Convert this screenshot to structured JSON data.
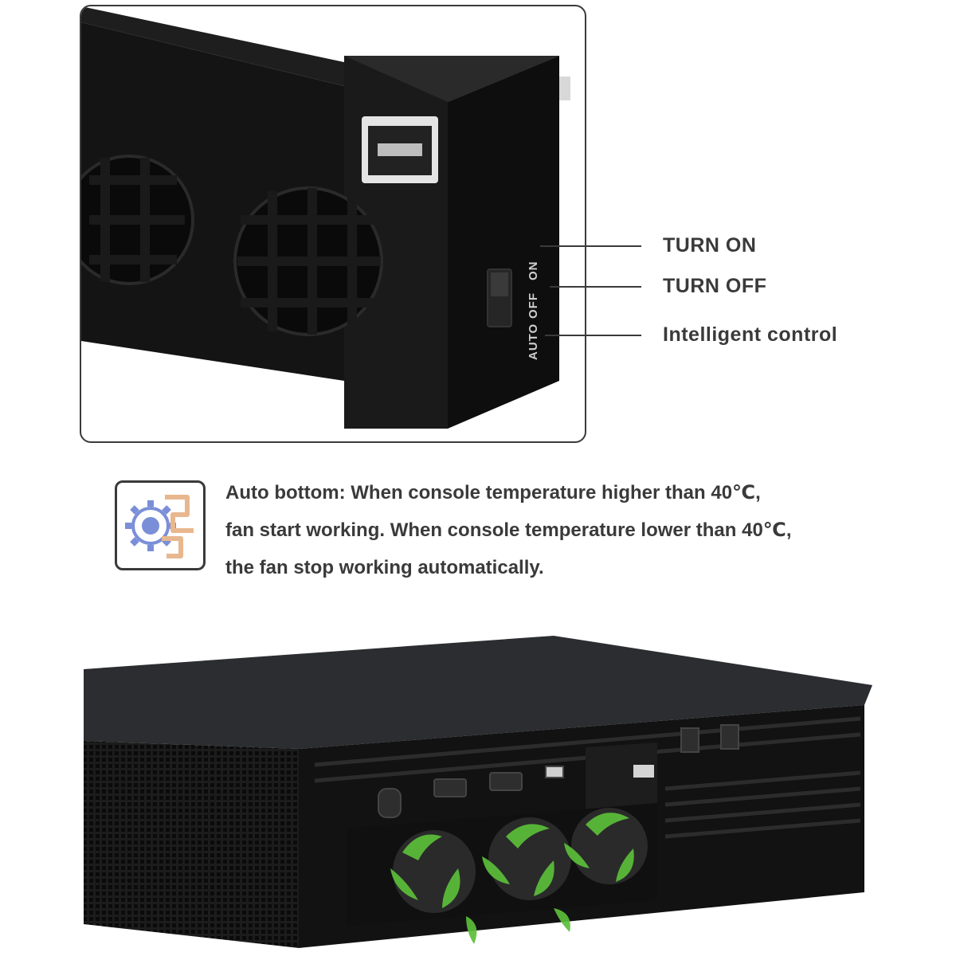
{
  "switch": {
    "mark_on": "ON",
    "mark_off": "OFF",
    "mark_auto": "AUTO"
  },
  "callouts": [
    {
      "label": "TURN ON"
    },
    {
      "label": "TURN OFF"
    },
    {
      "label": "Intelligent control"
    }
  ],
  "description": {
    "line1": "Auto bottom: When console temperature higher than 40℃,",
    "line2": "fan start  working. When console temperature lower than 40℃,",
    "line3": "the fan stop working automatically."
  },
  "colors": {
    "text": "#3a3a3a",
    "device": "#151515",
    "icon_gear": "#7b8fd8",
    "icon_chip": "#e8b78f",
    "fan_leaves": "#5bbf3a"
  },
  "icons": {
    "info": "gear-chip-icon"
  }
}
